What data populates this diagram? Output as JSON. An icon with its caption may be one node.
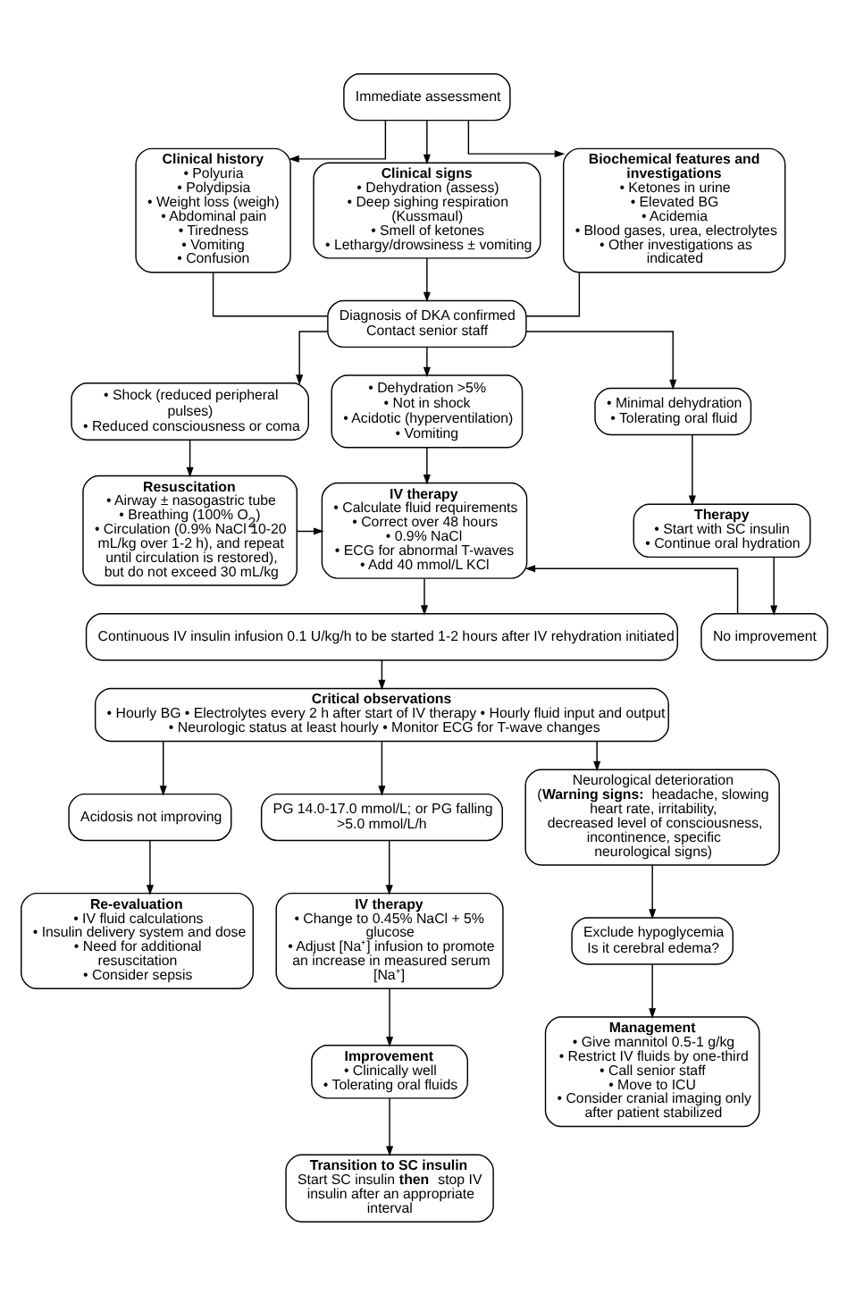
{
  "diagram": {
    "nodes": [
      {
        "text": [
          "Immediate assessment"
        ]
      },
      {
        "text": [
          "Clinical history",
          "• Polyuria",
          "• Polydipsia",
          "• Weight loss (weigh)",
          "• Abdominal pain",
          "• Tiredness",
          "• Vomiting",
          "• Confusion"
        ]
      },
      {
        "text": [
          "Clinical signs",
          "• Dehydration (assess)",
          "• Deep sighing respiration (Kussmaul)",
          "• Smell of ketones",
          "• Lethargy/drowsiness ± vomiting"
        ]
      },
      {
        "text": [
          "Biochemical features and investigations",
          "• Ketones in urine",
          "• Elevated BG",
          "• Acidemia",
          "• Blood gases, urea, electrolytes",
          "• Other investigations as indicated"
        ]
      },
      {
        "text": [
          "Diagnosis of DKA confirmed",
          "Contact senior staff"
        ]
      },
      {
        "text": [
          "• Shock (reduced peripheral pulses)",
          "• Reduced consciousness or coma"
        ]
      },
      {
        "text": [
          "• Dehydration >5%",
          "• Not in shock",
          "• Acidotic (hyperventilation)",
          "• Vomiting"
        ]
      },
      {
        "text": [
          "• Minimal dehydration",
          "• Tolerating oral fluid"
        ]
      },
      {
        "text": [
          "Resuscitation",
          "• Airway ± nasogastric tube",
          "• Breathing (100% O$_{2}$)",
          "• Circulation (0.9% NaCl 10-20 mL/kg over 1-2 h), and repeat until circulation is restored), but do not exceed 30 mL/kg"
        ]
      },
      {
        "text": [
          "IV therapy",
          "• Calculate fluid requirements",
          "• Correct over 48 hours",
          "• 0.9% NaCl",
          "• ECG for abnormal T-waves",
          "• Add 40 mmol/L KCl"
        ]
      },
      {
        "text": [
          "Therapy",
          "• Start with SC insulin",
          "• Continue oral hydration"
        ]
      },
      {
        "text": [
          "No improvement"
        ]
      },
      {
        "text": [
          "Continuous IV insulin infusion 0.1 U/kg/h to be started 1-2 hours after IV rehydration initiated"
        ]
      },
      {
        "text": [
          "Critical observations",
          "• Hourly BG • Electrolytes every 2 h after start of IV therapy • Hourly fluid input and output • Neurologic status at least hourly • Monitor ECG for T-wave changes"
        ]
      },
      {
        "text": [
          "Acidosis not improving"
        ]
      },
      {
        "text": [
          "PG 14.0-17.0 mmol/L; or PG falling >5.0 mmol/L/h"
        ]
      },
      {
        "text": [
          "Neurological deterioration (**Warning signs:** headache, slowing heart rate, irritability, decreased level of consciousness, incontinence, specific neurological signs)"
        ]
      },
      {
        "text": [
          "Re-evaluation",
          "• IV fluid calculations",
          "• Insulin delivery system and dose",
          "• Need for additional resuscitation",
          "• Consider sepsis"
        ]
      },
      {
        "text": [
          "IV therapy",
          "• Change to 0.45% NaCl + 5% glucose",
          "• Adjust [Na⁺] infusion to promote an increase in measured serum [Na⁺]"
        ]
      },
      {
        "text": [
          "Exclude hypoglycemia",
          "Is it cerebral edema?"
        ]
      },
      {
        "text": [
          "Improvement",
          "• Clinically well",
          "• Tolerating oral fluids"
        ]
      },
      {
        "text": [
          "Management",
          "• Give mannitol 0.5-1 g/kg",
          "• Restrict IV fluids by one-third",
          "• Call senior staff",
          "• Move to ICU",
          "• Consider cranial imaging only after patient stabilized"
        ]
      },
      {
        "text": [
          "Transition to SC insulin",
          "Start SC insulin **then** stop IV insulin after an appropriate interval"
        ]
      }
    ],
    "edges": [
      {
        "from": 0,
        "to": 1,
        "arrow": "to"
      },
      {
        "from": 0,
        "to": 2,
        "arrow": "to"
      },
      {
        "from": 0,
        "to": 3,
        "arrow": "to"
      },
      {
        "from": 1,
        "to": 4,
        "arrow": "none"
      },
      {
        "from": 2,
        "to": 4,
        "arrow": "to"
      },
      {
        "from": 3,
        "to": 4,
        "arrow": "none"
      },
      {
        "from": 4,
        "to": 5,
        "arrow": "to"
      },
      {
        "from": 4,
        "to": 6,
        "arrow": "to"
      },
      {
        "from": 4,
        "to": 7,
        "arrow": "to"
      },
      {
        "from": 5,
        "to": 8,
        "arrow": "to"
      },
      {
        "from": 6,
        "to": 9,
        "arrow": "to"
      },
      {
        "from": 7,
        "to": 10,
        "arrow": "to"
      },
      {
        "from": 10,
        "to": 11,
        "arrow": "to"
      },
      {
        "from": 8,
        "to": 9,
        "arrow": "to"
      },
      {
        "from": 11,
        "to": 9,
        "arrow": "to"
      },
      {
        "from": 9,
        "to": 12,
        "arrow": "to"
      },
      {
        "from": 12,
        "to": 13,
        "arrow": "to"
      },
      {
        "from": 13,
        "to": 14,
        "arrow": "to"
      },
      {
        "from": 13,
        "to": 15,
        "arrow": "to"
      },
      {
        "from": 13,
        "to": 16,
        "arrow": "to"
      },
      {
        "from": 14,
        "to": 17,
        "arrow": "to"
      },
      {
        "from": 15,
        "to": 18,
        "arrow": "to"
      },
      {
        "from": 18,
        "to": 20,
        "arrow": "to"
      },
      {
        "from": 20,
        "to": 22,
        "arrow": "to"
      },
      {
        "from": 16,
        "to": 19,
        "arrow": "to"
      },
      {
        "from": 19,
        "to": 21,
        "arrow": "to"
      }
    ]
  }
}
